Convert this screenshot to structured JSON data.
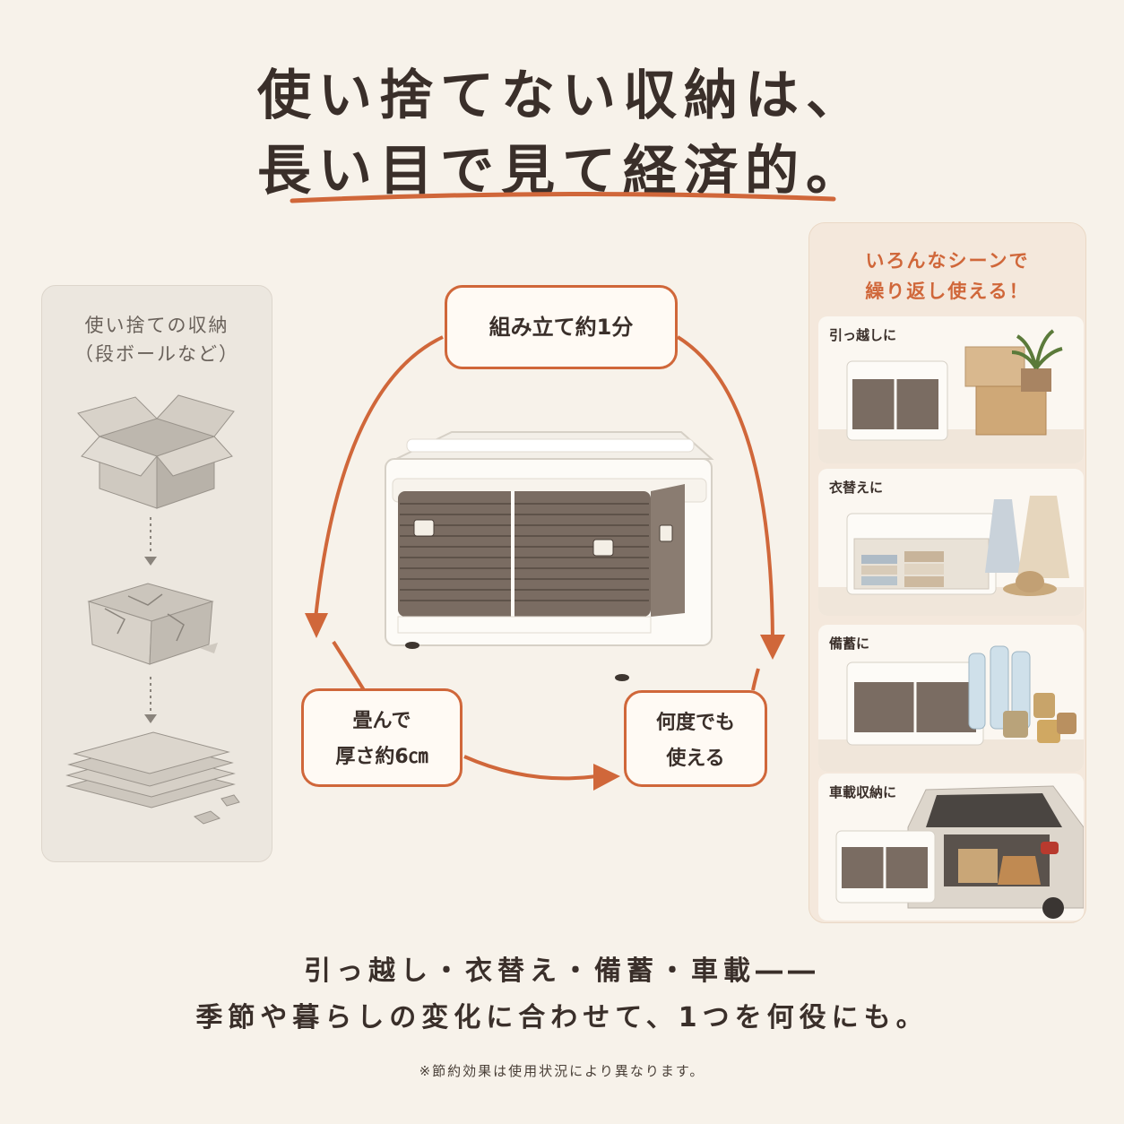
{
  "headline": {
    "line1": "使い捨てない収納は、",
    "line2": "長い目で見て経済的。"
  },
  "left_panel": {
    "title_line1": "使い捨ての収納",
    "title_line2": "（段ボールなど）"
  },
  "cycle": {
    "top": "組み立て約1分",
    "left_line1": "畳んで",
    "left_line2": "厚さ約6㎝",
    "right_line1": "何度でも",
    "right_line2": "使える"
  },
  "right_panel": {
    "title_line1": "いろんなシーンで",
    "title_line2": "繰り返し使える！",
    "scenes": [
      {
        "label": "引っ越しに"
      },
      {
        "label": "衣替えに"
      },
      {
        "label": "備蓄に"
      },
      {
        "label": "車載収納に"
      }
    ]
  },
  "footer": {
    "line1": "引っ越し・衣替え・備蓄・車載――",
    "line2": "季節や暮らしの変化に合わせて、1つを何役にも。",
    "note": "※節約効果は使用状況により異なります。"
  },
  "colors": {
    "accent": "#d0673a",
    "text": "#3a2f2a",
    "background": "#f7f2ea"
  }
}
